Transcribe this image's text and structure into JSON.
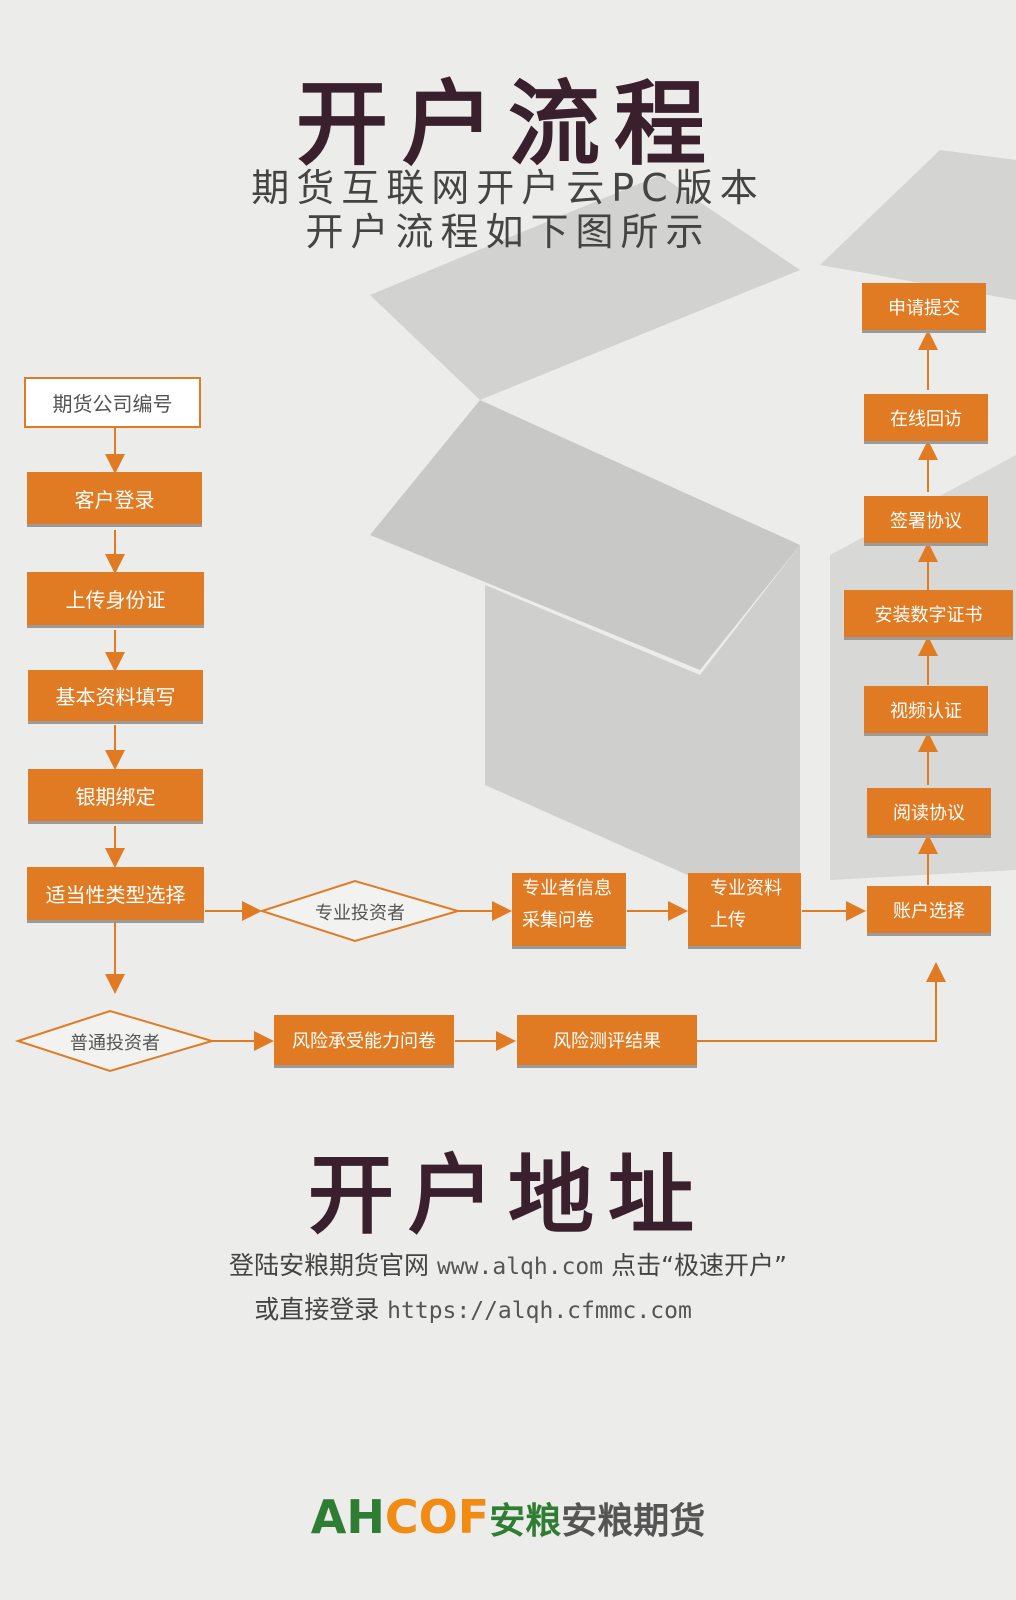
{
  "title": "开户流程",
  "subtitle_line1": "期货互联网开户云PC版本",
  "subtitle_line2": "开户流程如下图所示",
  "flow": {
    "start": "期货公司编号",
    "login": "客户登录",
    "upload_id": "上传身份证",
    "basic_info": "基本资料填写",
    "bank": "银期绑定",
    "suitability": "适当性类型选择",
    "pro_investor": "专业投资者",
    "pro_info_1": "专业者信息",
    "pro_info_2": "采集问卷",
    "pro_upload_1": "专业资料",
    "pro_upload_2": "上传",
    "normal_investor": "普通投资者",
    "risk_q": "风险承受能力问卷",
    "risk_result": "风险测评结果",
    "account": "账户选择",
    "read": "阅读协议",
    "video": "视频认证",
    "cert": "安装数字证书",
    "sign": "签署协议",
    "visit": "在线回访",
    "submit": "申请提交"
  },
  "address_title": "开户地址",
  "address": {
    "l1_pre": "登陆安粮期货官网 ",
    "l1_url": "www.alqh.com",
    "l1_post": " 点击“极速开户”",
    "l2_pre": "或直接登录 ",
    "l2_url": "https://alqh.cfmmc.com"
  },
  "logo": {
    "a": "AH",
    "c": "C",
    "of": "OF",
    "cn1": "安粮",
    "cn2": "安粮期货"
  },
  "colors": {
    "accent": "#e07b24",
    "title": "#3a1f2c",
    "brand_green": "#2e7d32"
  }
}
